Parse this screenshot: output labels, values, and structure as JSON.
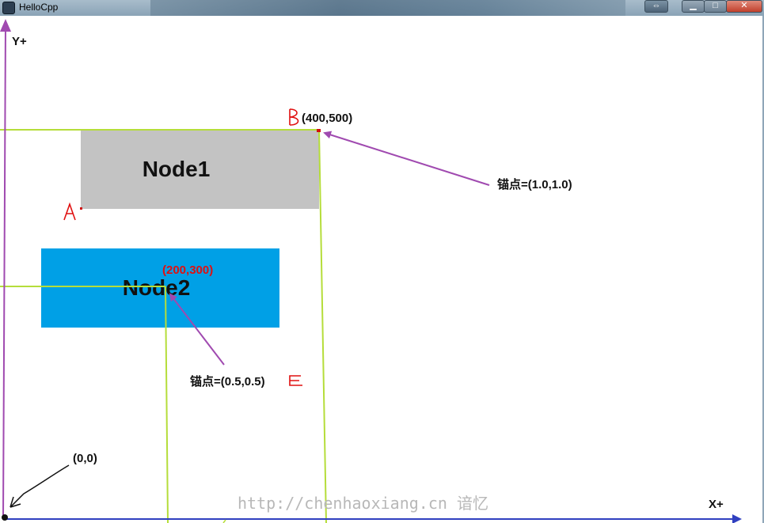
{
  "window": {
    "title": "HelloCpp"
  },
  "nodes": {
    "node1": "Node1",
    "node2": "Node2"
  },
  "axes": {
    "y": "Y+",
    "x": "X+"
  },
  "labels": {
    "b_coord": "(400,500)",
    "anchor1": "锚点=(1.0,1.0)",
    "coord2": "(200,300)",
    "anchor2": "锚点=(0.5,0.5)",
    "origin": "(0,0)"
  },
  "watermark": "http://chenhaoxiang.cn 谙忆",
  "colors": {
    "node1": "#c3c3c3",
    "node2": "#00a0e6",
    "guide": "#b5dd3a",
    "arrow": "#a04ab0",
    "axis": "#3040c0",
    "annotation": "#e01010"
  }
}
